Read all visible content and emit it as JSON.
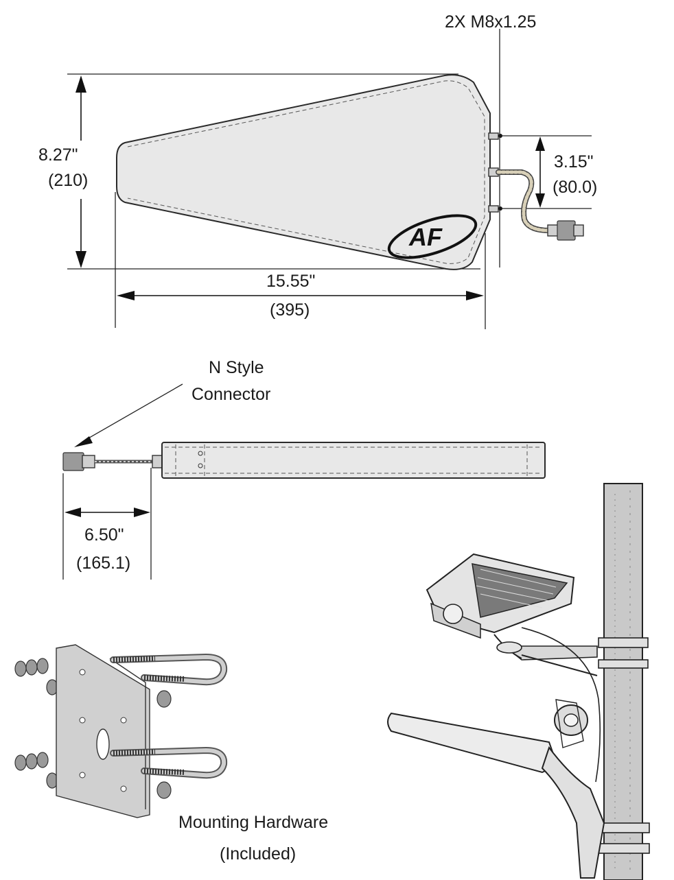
{
  "labels": {
    "thread_spec": "2X M8x1.25",
    "height_in": "8.27\"",
    "height_mm": "(210)",
    "spacing_in": "3.15\"",
    "spacing_mm": "(80.0)",
    "length_in": "15.55\"",
    "length_mm": "(395)",
    "connector_line1": "N Style",
    "connector_line2": "Connector",
    "cable_in": "6.50\"",
    "cable_mm": "(165.1)",
    "hardware_line1": "Mounting Hardware",
    "hardware_line2": "(Included)"
  },
  "logo_text": "AF",
  "colors": {
    "antenna_body": "#e8e8e8",
    "outline": "#2a2a2a",
    "pole": "#c9c9c9"
  }
}
